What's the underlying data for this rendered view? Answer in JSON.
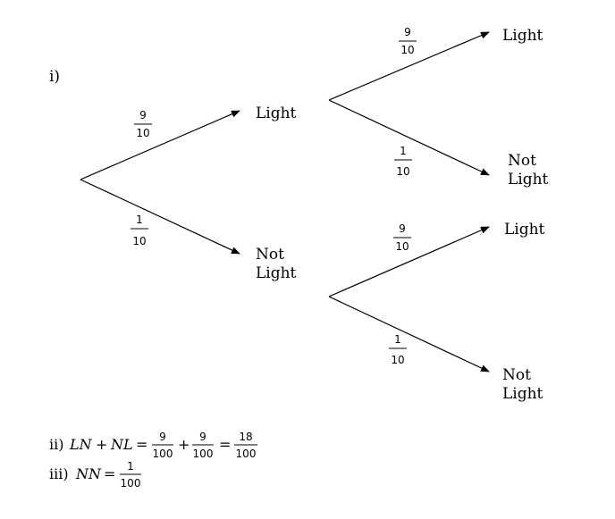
{
  "part_i_label": "i)",
  "first_stage": {
    "upper": {
      "prob_num": "9",
      "prob_den": "10",
      "outcome_line1": "Light",
      "outcome_line2": ""
    },
    "lower": {
      "prob_num": "1",
      "prob_den": "10",
      "outcome_line1": "Not",
      "outcome_line2": "Light"
    }
  },
  "second_stage_after_light": {
    "upper": {
      "prob_num": "9",
      "prob_den": "10",
      "outcome_line1": "Light",
      "outcome_line2": ""
    },
    "lower": {
      "prob_num": "1",
      "prob_den": "10",
      "outcome_line1": "Not",
      "outcome_line2": "Light"
    }
  },
  "second_stage_after_not_light": {
    "upper": {
      "prob_num": "9",
      "prob_den": "10",
      "outcome_line1": "Light",
      "outcome_line2": ""
    },
    "lower": {
      "prob_num": "1",
      "prob_den": "10",
      "outcome_line1": "Not",
      "outcome_line2": "Light"
    }
  },
  "part_ii": {
    "label": "ii)",
    "lhs_a": "LN",
    "plus1": "+",
    "lhs_b": "NL",
    "eq1": "=",
    "f1_num": "9",
    "f1_den": "100",
    "plus2": "+",
    "f2_num": "9",
    "f2_den": "100",
    "eq2": "=",
    "result_num": "18",
    "result_den": "100"
  },
  "part_iii": {
    "label": "iii)",
    "lhs": "NN",
    "eq": "=",
    "f_num": "1",
    "f_den": "100"
  }
}
